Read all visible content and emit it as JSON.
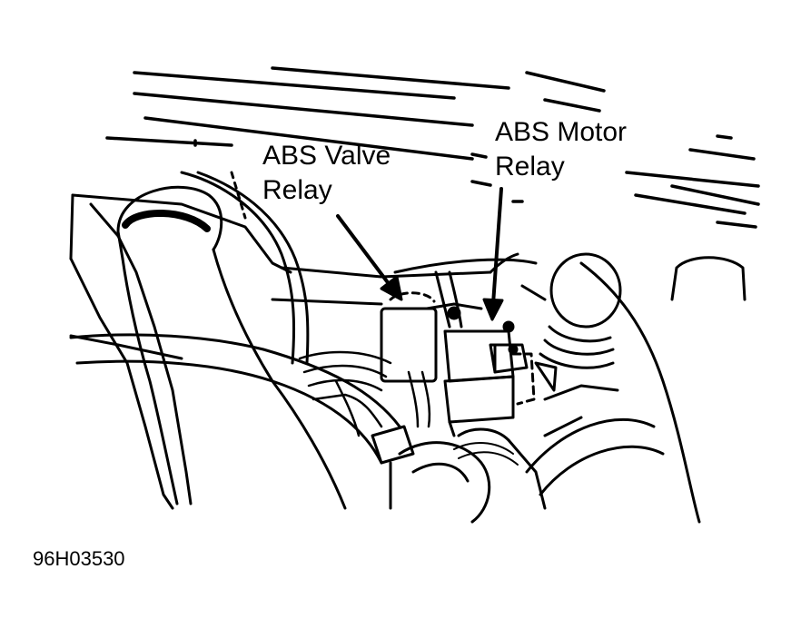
{
  "labels": {
    "valve_relay_line1": "ABS Valve",
    "valve_relay_line2": "Relay",
    "motor_relay_line1": "ABS Motor",
    "motor_relay_line2": "Relay"
  },
  "figure_id": "96H03530",
  "colors": {
    "ink": "#000000",
    "paper": "#ffffff"
  }
}
